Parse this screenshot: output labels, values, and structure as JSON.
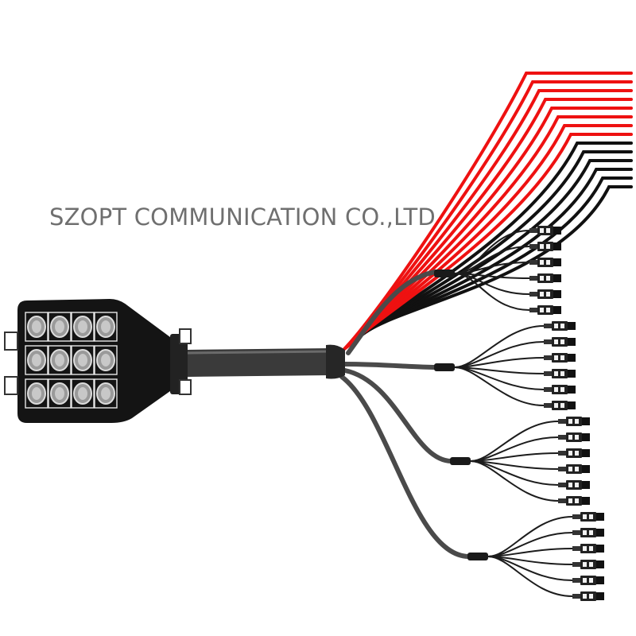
{
  "watermark": {
    "text": "SZOPT COMMUNICATION CO.,LTD"
  },
  "scene": {
    "enclosure": {
      "ports": 12,
      "port_rows": 3,
      "port_columns": 4,
      "color": "#111111"
    },
    "trunk_cable_color": "#333333",
    "red_fibers": {
      "count": 8,
      "color": "#ee1111"
    },
    "black_fibers": {
      "count": 6,
      "color": "#111111"
    },
    "fanout_groups": 4,
    "connectors_per_group": 6,
    "breakout_cable_color": "#4a4a4a",
    "connector_color": "#222222"
  }
}
